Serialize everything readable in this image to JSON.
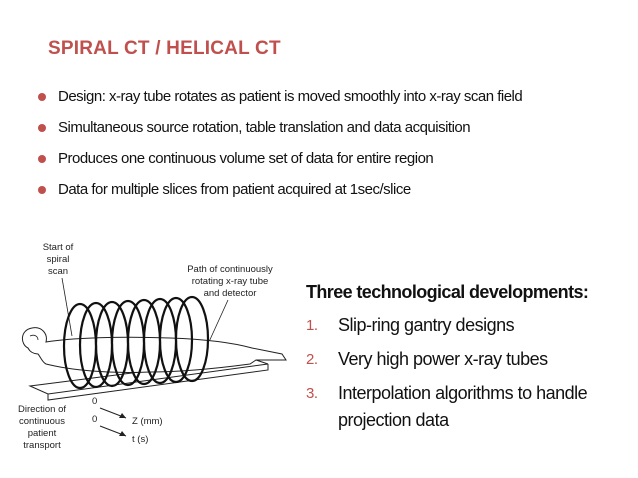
{
  "slide": {
    "title": "SPIRAL CT / HELICAL CT",
    "title_color": "#c0504d",
    "bullet_color": "#c0504d",
    "bullets": [
      "Design: x-ray tube rotates as patient is moved smoothly into x-ray scan field",
      "Simultaneous source rotation, table translation  and data acquisition",
      "Produces one continuous volume set of data for  entire region",
      "Data for multiple slices from patient acquired at  1sec/slice"
    ]
  },
  "diagram": {
    "start_label": [
      "Start of",
      "spiral",
      "scan"
    ],
    "path_label": [
      "Path of continuously",
      "rotating x-ray tube",
      "and detector"
    ],
    "direction_label": [
      "Direction of",
      "continuous",
      "patient",
      "transport"
    ],
    "axis_zero_1": "0",
    "axis_zero_2": "0",
    "z_label": "Z (mm)",
    "t_label": "t (s)"
  },
  "developments": {
    "heading": "Three technological developments:",
    "items": [
      {
        "num": "1.",
        "text": "Slip-ring gantry designs"
      },
      {
        "num": "2.",
        "text": "Very high power x-ray  tubes"
      },
      {
        "num": "3.",
        "text": "Interpolation algorithms to handle projection  data"
      }
    ]
  }
}
